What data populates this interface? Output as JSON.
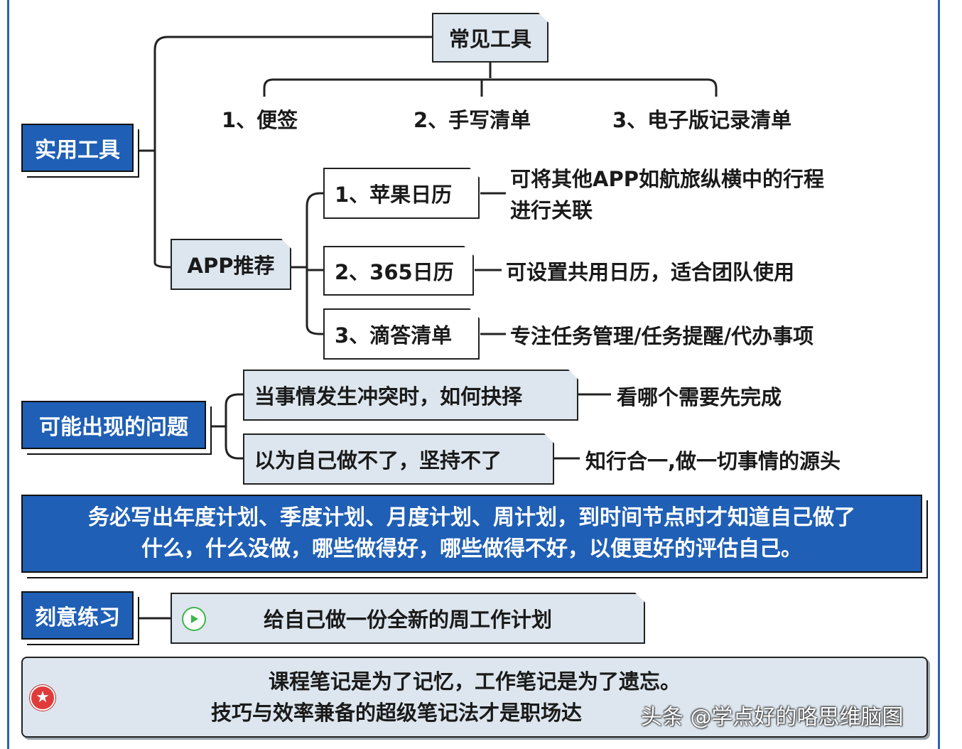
{
  "colors": {
    "accent_blue": "#1f5fb5",
    "box_fill": "#dde6ee",
    "star_red": "#e03a3a",
    "play_green": "#3cb54a"
  },
  "section_tools": {
    "label": "实用工具",
    "common_tools": {
      "title": "常见工具",
      "items": [
        "1、便签",
        "2、手写清单",
        "3、电子版记录清单"
      ]
    },
    "app": {
      "title": "APP推荐",
      "items": [
        {
          "name": "1、苹果日历",
          "desc_line1": "可将其他APP如航旅纵横中的行程",
          "desc_line2": "进行关联"
        },
        {
          "name": "2、365日历",
          "desc": "可设置共用日历，适合团队使用"
        },
        {
          "name": "3、滴答清单",
          "desc": "专注任务管理/任务提醒/代办事项"
        }
      ]
    }
  },
  "section_problems": {
    "label": "可能出现的问题",
    "items": [
      {
        "q": "当事情发生冲突时，如何抉择",
        "a": "看哪个需要先完成"
      },
      {
        "q": "以为自己做不了，坚持不了",
        "a": "知行合一,做一切事情的源头"
      }
    ]
  },
  "banner": {
    "line1": "务必写出年度计划、季度计划、月度计划、周计划，到时间节点时才知道自己做了",
    "line2": "什么，什么没做，哪些做得好，哪些做得不好，以便更好的评估自己。"
  },
  "section_practice": {
    "label": "刻意练习",
    "task": "给自己做一份全新的周工作计划",
    "icon": "play-icon"
  },
  "note": {
    "line1": "课程笔记是为了记忆，工作笔记是为了遗忘。",
    "line2": "技巧与效率兼备的超级笔记法才是职场达",
    "icon": "star-icon"
  },
  "watermark": "头条 @学点好的咯思维脑图"
}
